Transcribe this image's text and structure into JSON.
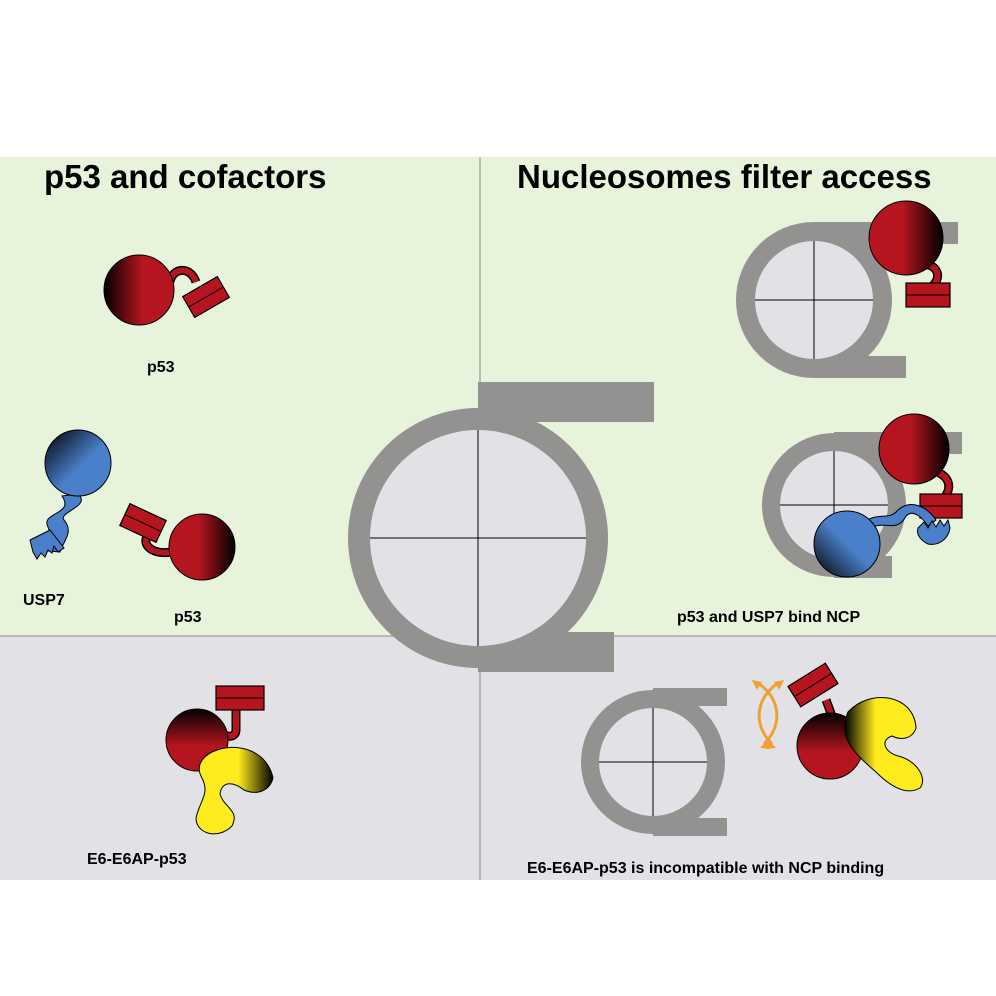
{
  "headings": {
    "left": "p53 and cofactors",
    "right": "Nucleosomes filter access"
  },
  "labels": {
    "p53_top": "p53",
    "usp7": "USP7",
    "p53_bottom": "p53",
    "e6_complex": "E6-E6AP-p53",
    "bind_ncp": "p53 and USP7 bind NCP",
    "incompatible": "E6-E6AP-p53 is incompatible with NCP binding"
  },
  "colors": {
    "green_panel": "#e8f3dc",
    "gray_panel": "#e2e1e5",
    "nucleosome_ring": "#939290",
    "nucleosome_core": "#e2e1e5",
    "p53": "#b5151e",
    "usp7": "#4a7fc9",
    "e6": "#ffec1f",
    "arrow": "#f0a030"
  }
}
